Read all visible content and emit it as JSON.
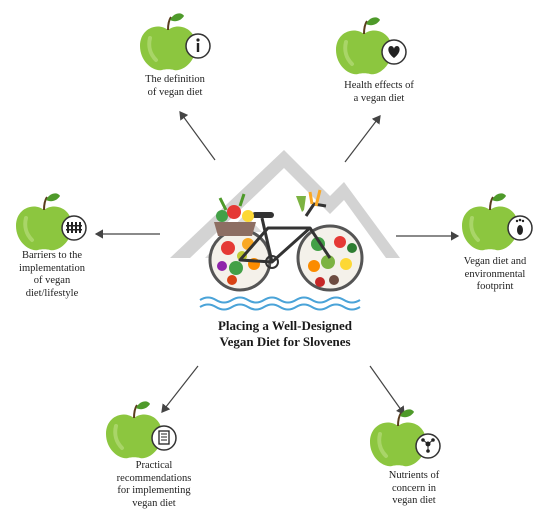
{
  "title": {
    "line1": "Placing a Well-Designed",
    "line2": "Vegan Diet for Slovenes"
  },
  "nodes": [
    {
      "id": "definition",
      "icon": "info-icon",
      "lines": [
        "The definition",
        "of vegan diet"
      ]
    },
    {
      "id": "health",
      "icon": "heart-icon",
      "lines": [
        "Health effects of",
        "a vegan diet"
      ]
    },
    {
      "id": "barriers",
      "icon": "fence-icon",
      "lines": [
        "Barriers to the",
        "implementation",
        "of vegan",
        "diet/lifestyle"
      ]
    },
    {
      "id": "footprint",
      "icon": "footprint-icon",
      "lines": [
        "Vegan diet and",
        "environmental",
        "footprint"
      ]
    },
    {
      "id": "practical",
      "icon": "document-icon",
      "lines": [
        "Practical",
        "recommendations",
        "for implementing",
        "vegan diet"
      ]
    },
    {
      "id": "nutrients",
      "icon": "molecule-icon",
      "lines": [
        "Nutrients of",
        "concern in",
        "vegan diet"
      ]
    }
  ],
  "colors": {
    "apple": "#8cc63f",
    "apple_dark": "#6aa32a",
    "leaf": "#4e9a2a",
    "arrow": "#444444",
    "mountain": "#cfcfcf",
    "water": "#4aa3d8"
  }
}
